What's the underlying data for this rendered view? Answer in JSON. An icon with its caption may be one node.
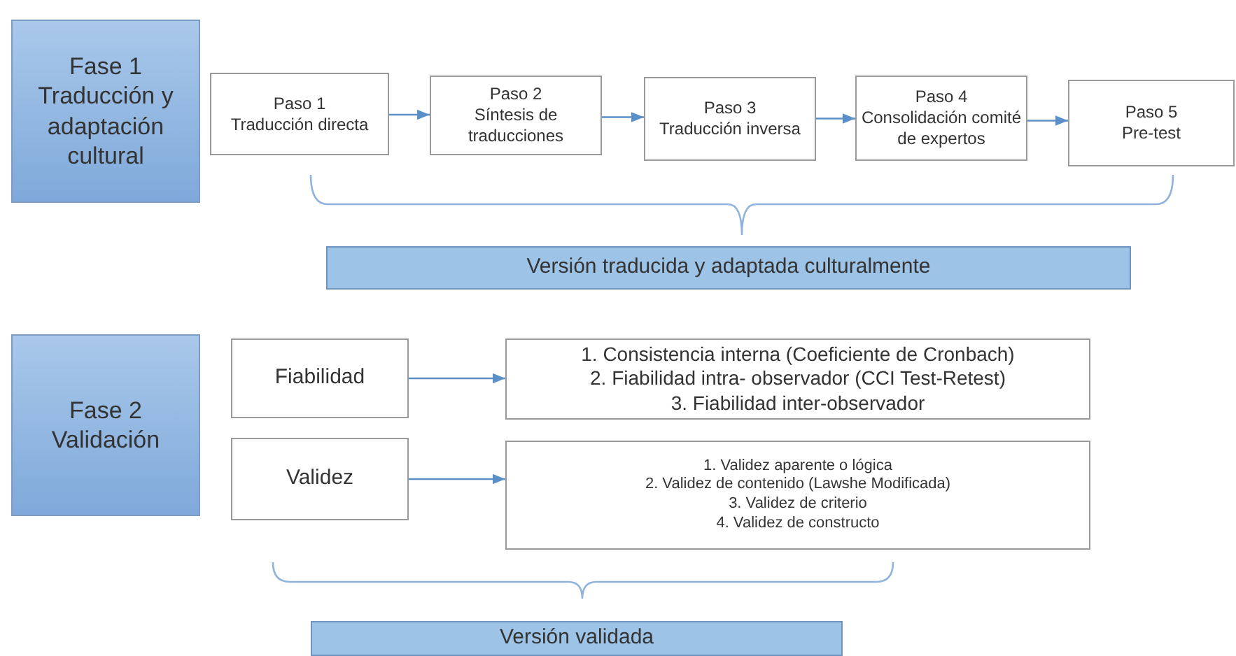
{
  "diagram": {
    "nodes": [
      {
        "text": [
          "Fase 1",
          "Traducción y adaptación cultural"
        ]
      },
      {
        "text": [
          "Paso 1",
          "Traducción directa"
        ]
      },
      {
        "text": [
          "Paso 2",
          "Síntesis de traducciones"
        ]
      },
      {
        "text": [
          "Paso 3",
          "Traducción inversa"
        ]
      },
      {
        "text": [
          "Paso 4",
          "Consolidación comité de expertos"
        ]
      },
      {
        "text": [
          "Paso 5",
          "Pre-test"
        ]
      },
      {
        "text": [
          "Versión traducida y adaptada culturalmente"
        ]
      },
      {
        "text": [
          "Fase 2",
          "Validación"
        ]
      },
      {
        "text": [
          "Fiabilidad"
        ]
      },
      {
        "text": [
          "1. Consistencia interna (Coeficiente de Cronbach)",
          "2. Fiabilidad intra- observador (CCI Test-Retest)",
          "3. Fiabilidad inter-observador"
        ]
      },
      {
        "text": [
          "Validez"
        ]
      },
      {
        "text": [
          "1. Validez aparente o lógica",
          "2. Validez de contenido (Lawshe Modificada)",
          "3. Validez de criterio",
          "4. Validez de constructo"
        ]
      },
      {
        "text": [
          "Versión validada"
        ]
      }
    ],
    "edges": [
      {
        "from": 1,
        "to": 2,
        "arrow": "to"
      },
      {
        "from": 2,
        "to": 3,
        "arrow": "to"
      },
      {
        "from": 3,
        "to": 4,
        "arrow": "to"
      },
      {
        "from": 4,
        "to": 5,
        "arrow": "to"
      },
      {
        "from": 8,
        "to": 9,
        "arrow": "to"
      },
      {
        "from": 10,
        "to": 11,
        "arrow": "to"
      }
    ]
  }
}
